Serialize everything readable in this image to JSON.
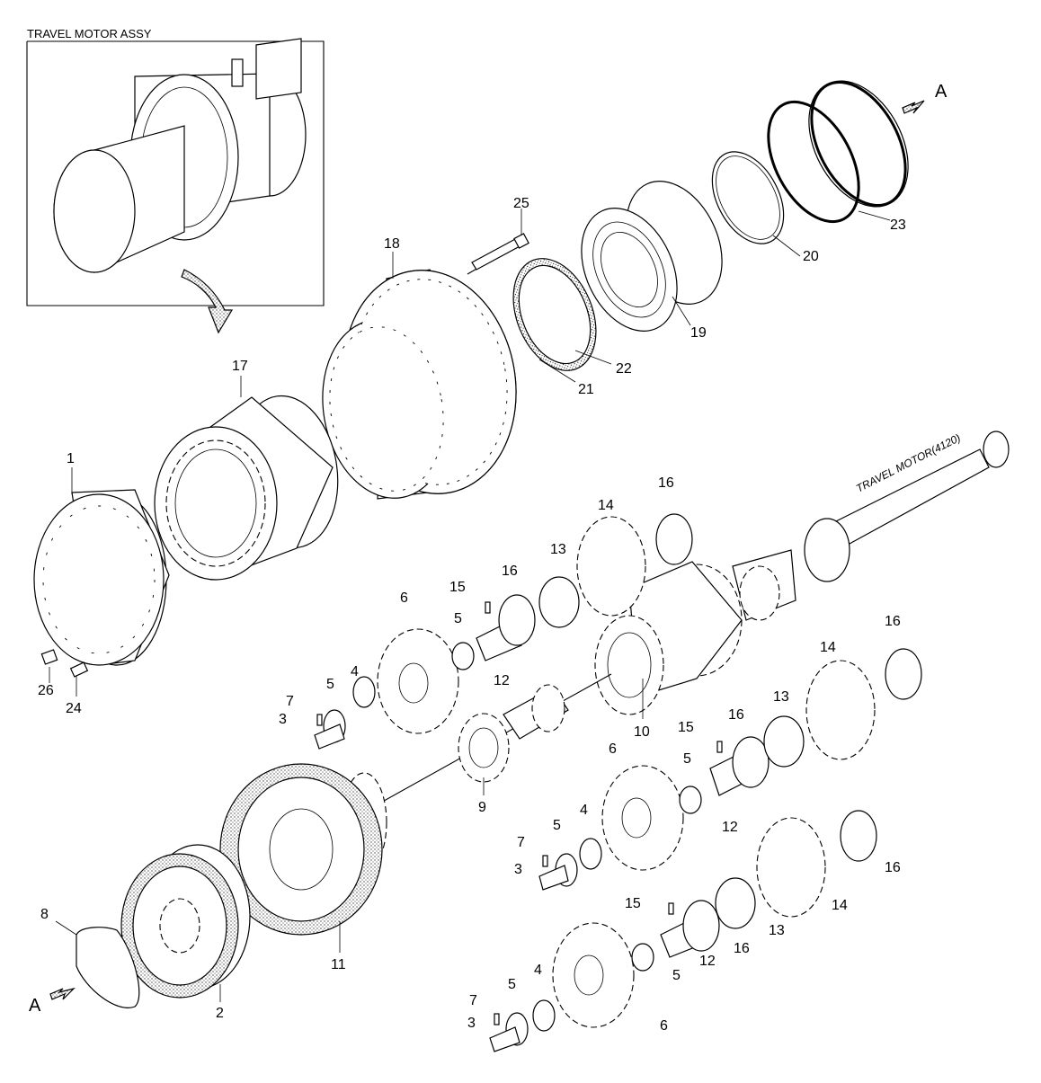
{
  "inset": {
    "title": "TRAVEL MOTOR ASSY"
  },
  "side_label": "TRAVEL MOTOR(4120)",
  "view_marker": "A",
  "callouts": {
    "c1": "1",
    "c2": "2",
    "c3a": "3",
    "c3b": "3",
    "c3c": "3",
    "c4a": "4",
    "c4b": "4",
    "c4c": "4",
    "c5a": "5",
    "c5b": "5",
    "c5c": "5",
    "c5d": "5",
    "c5e": "5",
    "c5f": "5",
    "c6a": "6",
    "c6b": "6",
    "c6c": "6",
    "c7a": "7",
    "c7b": "7",
    "c7c": "7",
    "c8": "8",
    "c9": "9",
    "c10": "10",
    "c11": "11",
    "c12a": "12",
    "c12b": "12",
    "c12c": "12",
    "c13a": "13",
    "c13b": "13",
    "c13c": "13",
    "c14a": "14",
    "c14b": "14",
    "c14c": "14",
    "c15a": "15",
    "c15b": "15",
    "c15c": "15",
    "c16a": "16",
    "c16b": "16",
    "c16c": "16",
    "c16d": "16",
    "c16e": "16",
    "c16f": "16",
    "c17": "17",
    "c18": "18",
    "c19": "19",
    "c20": "20",
    "c21": "21",
    "c22": "22",
    "c23": "23",
    "c24": "24",
    "c25": "25",
    "c26": "26"
  },
  "arrow_icon": "view-direction-arrow-icon"
}
